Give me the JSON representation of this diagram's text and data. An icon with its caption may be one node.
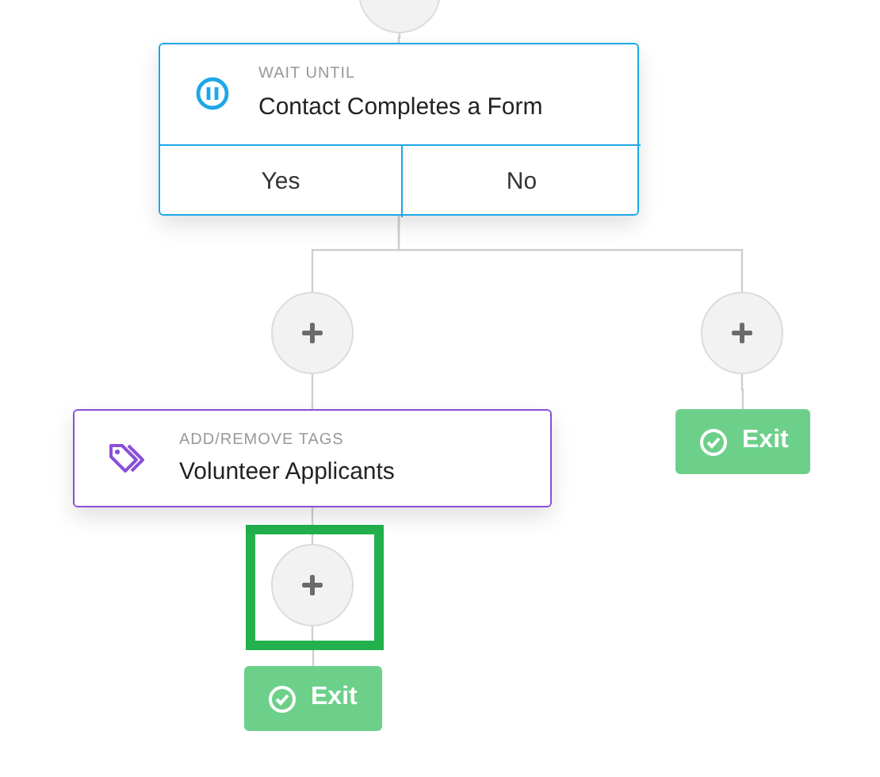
{
  "diagram": {
    "nodes": [
      {
        "text": [],
        "shape": "circle"
      },
      {
        "text": [
          "WAIT UNTIL",
          "Contact Completes a Form"
        ]
      },
      {
        "text": [
          "Yes"
        ],
        "in": 1
      },
      {
        "text": [
          "No"
        ],
        "in": 1
      },
      {
        "text": [],
        "shape": "circle"
      },
      {
        "text": [],
        "shape": "circle"
      },
      {
        "text": [
          "ADD/REMOVE TAGS",
          "Volunteer Applicants"
        ]
      },
      {
        "text": [
          "Exit"
        ]
      },
      {
        "text": [],
        "shape": "circle"
      },
      {
        "text": [
          "Exit"
        ]
      }
    ],
    "edges": [
      {
        "from": 0,
        "to": 1,
        "arrow": "none"
      },
      {
        "from": 1,
        "to": 4,
        "arrow": "none"
      },
      {
        "from": 1,
        "to": 5,
        "arrow": "none"
      },
      {
        "from": 4,
        "to": 6,
        "arrow": "none"
      },
      {
        "from": 5,
        "to": 7,
        "arrow": "none"
      },
      {
        "from": 6,
        "to": 8,
        "arrow": "none"
      },
      {
        "from": 8,
        "to": 9,
        "arrow": "none"
      }
    ]
  }
}
